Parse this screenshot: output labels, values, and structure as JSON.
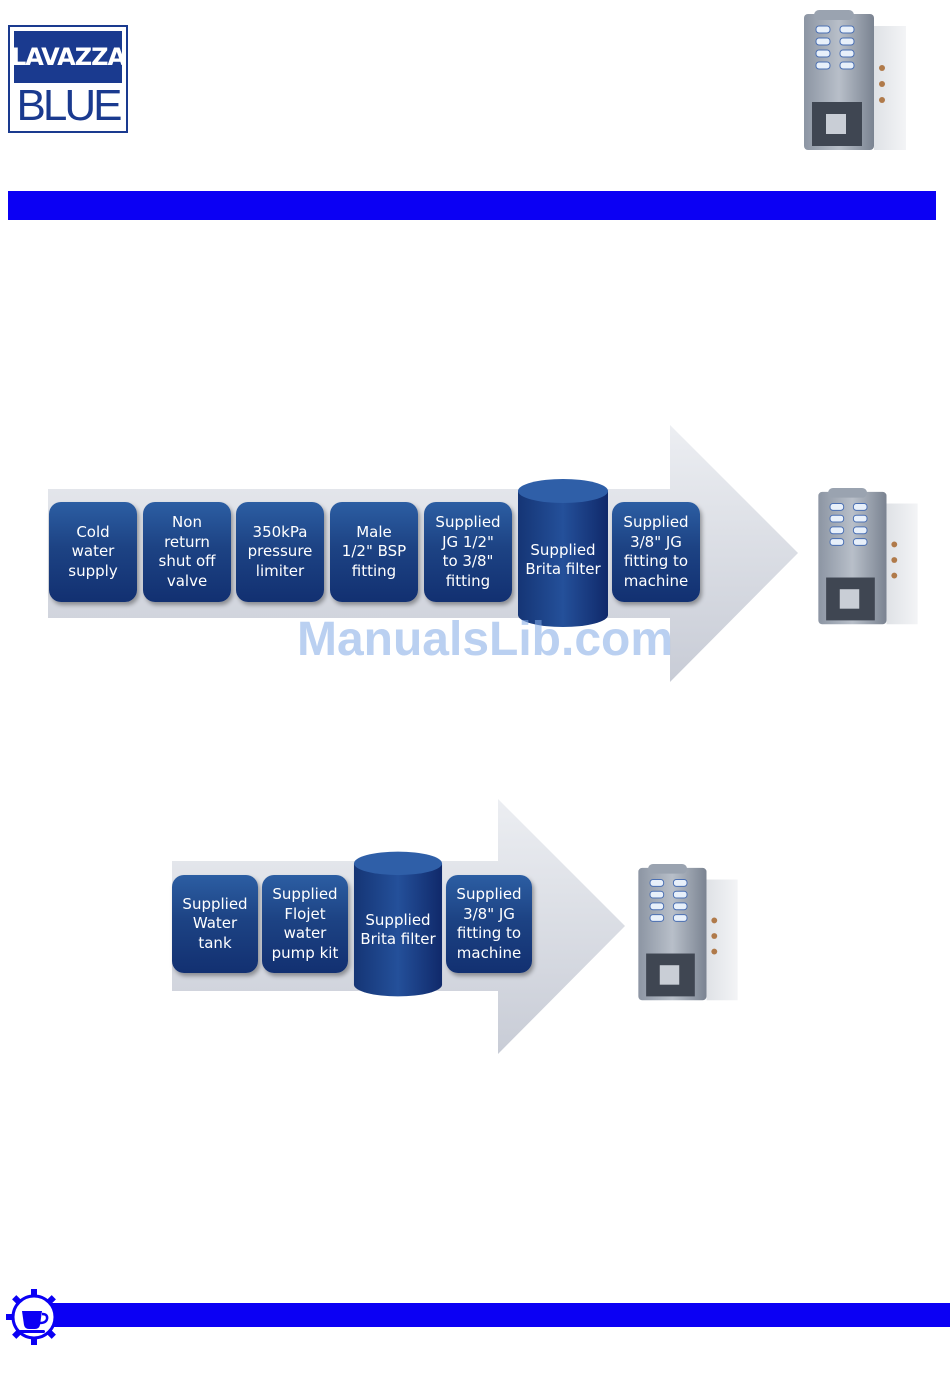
{
  "logo": {
    "brand": "LAVAZZA",
    "line2": "BLUE"
  },
  "diagram1": {
    "steps": [
      "Cold\nwater\nsupply",
      "Non\nreturn\nshut off\nvalve",
      "350kPa\npressure\nlimiter",
      "Male\n1/2\" BSP\nfitting",
      "Supplied\nJG 1/2\"\nto 3/8\"\nfitting"
    ],
    "filter": "Supplied\nBrita filter",
    "last": "Supplied\n3/8\" JG\nfitting to\nmachine"
  },
  "diagram2": {
    "steps": [
      "Supplied\nWater\ntank",
      "Supplied\nFlojet\nwater\npump kit"
    ],
    "filter": "Supplied\nBrita filter",
    "last": "Supplied\n3/8\" JG\nfitting to\nmachine"
  },
  "watermark": "ManualsLib.com",
  "colors": {
    "band": "#0b00f4",
    "step": "#1d4384",
    "arrow": "#d9dbe2"
  }
}
